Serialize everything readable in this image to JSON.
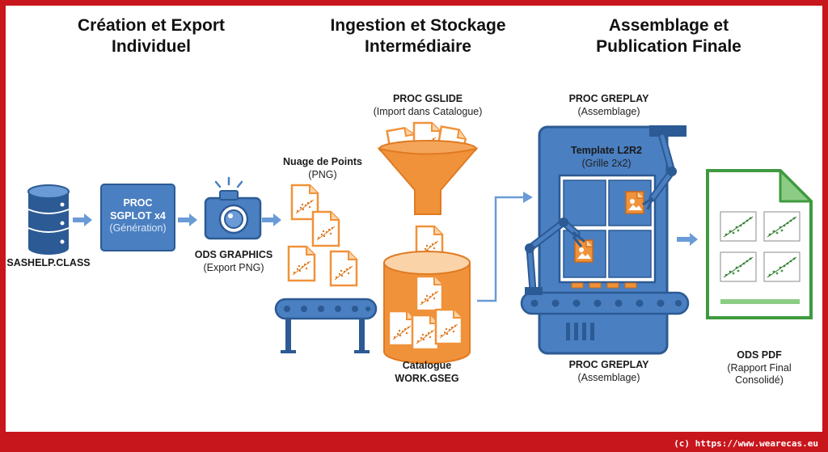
{
  "headings": {
    "stage1": [
      "Création et Export",
      "Individuel"
    ],
    "stage2": [
      "Ingestion et Stockage",
      "Intermédiaire"
    ],
    "stage3": [
      "Assemblage et",
      "Publication Finale"
    ]
  },
  "labels": {
    "sashelp": "SASHELP.CLASS",
    "sgplot": [
      "PROC",
      "SGPLOT x4",
      "(Génération)"
    ],
    "ods_graphics": [
      "ODS GRAPHICS",
      "(Export PNG)"
    ],
    "nuage": [
      "Nuage de Points",
      "(PNG)"
    ],
    "gslide": [
      "PROC GSLIDE",
      "(Import dans Catalogue)"
    ],
    "catalogue": [
      "Catalogue",
      "WORK.GSEG"
    ],
    "greplay_top": [
      "PROC GREPLAY",
      "(Assemblage)"
    ],
    "template": [
      "Template L2R2",
      "(Grille 2x2)"
    ],
    "greplay_bottom": [
      "PROC GREPLAY",
      "(Assemblage)"
    ],
    "ods_pdf": [
      "ODS PDF",
      "(Rapport Final",
      "Consolidé)"
    ]
  },
  "credit": "(c) https://www.wearecas.eu",
  "colors": {
    "frame": "#c8161d",
    "blue": "#4a7fc1",
    "blue_dark": "#2c5a94",
    "blue_light": "#d7e6f6",
    "orange": "#f0923a",
    "orange_light": "#fbd3a8",
    "green": "#3f9a3f",
    "green_light": "#d9efd6"
  },
  "icons": [
    "database-icon",
    "camera-icon",
    "funnel-icon",
    "cylinder-icon",
    "conveyor-icon",
    "robot-arm-icon",
    "pdf-document-icon",
    "arrow-icon"
  ]
}
